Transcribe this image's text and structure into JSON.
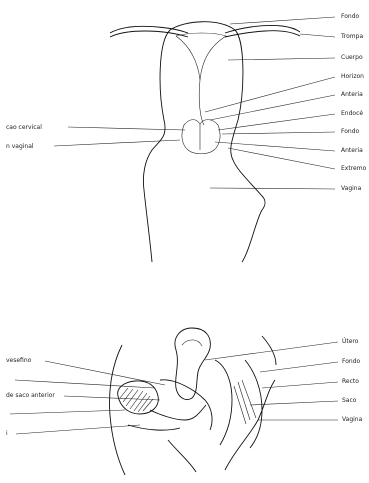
{
  "top_diagram": {
    "left_labels": [
      "cao cervical",
      "n vaginal"
    ],
    "right_labels": [
      "Fondo",
      "Trompa",
      "Cuerpo",
      "Horizon",
      "Anteria",
      "Endocé",
      "Fondo",
      "Anteria",
      "Extremo",
      "Vagina"
    ]
  },
  "bottom_diagram": {
    "left_labels": [
      "vesefino",
      "de saco anterior",
      "i"
    ],
    "right_labels": [
      "Útero",
      "Fondo",
      "Recto",
      "Saco",
      "Vagina"
    ]
  }
}
